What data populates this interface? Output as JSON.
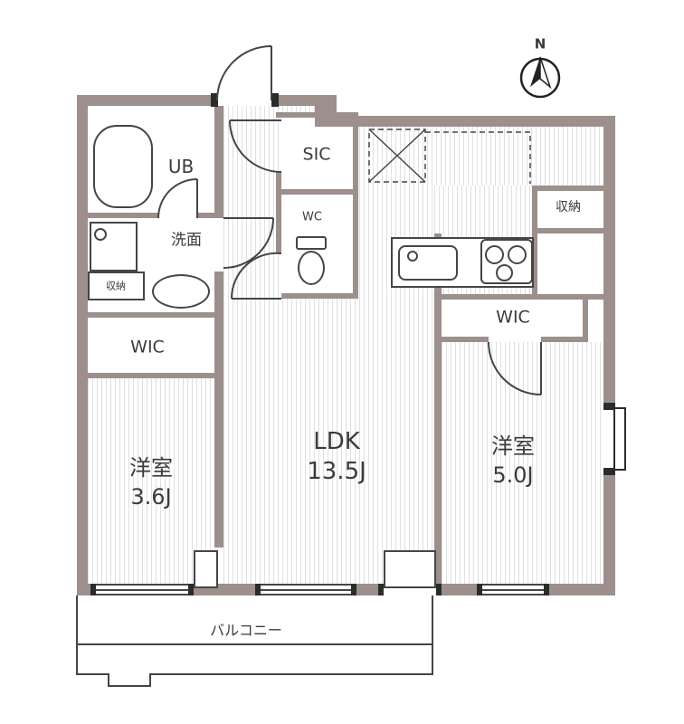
{
  "plan": {
    "compass_label": "N",
    "balcony_label": "バルコニー"
  },
  "rooms": {
    "ub": {
      "label": "UB"
    },
    "washroom": {
      "label": "洗面"
    },
    "storage_left": {
      "label": "収納"
    },
    "wic_left": {
      "label": "WIC"
    },
    "bedroom_left": {
      "name": "洋室",
      "area": "3.6J"
    },
    "sic": {
      "label": "SIC"
    },
    "wc": {
      "label": "WC"
    },
    "ldk": {
      "name": "LDK",
      "area": "13.5J"
    },
    "storage_right": {
      "label": "収納"
    },
    "wic_right": {
      "label": "WIC"
    },
    "bedroom_right": {
      "name": "洋室",
      "area": "5.0J"
    }
  },
  "colors": {
    "wall": "#9c8f8c",
    "hatch_line": "#dfe0e4",
    "outline": "#454545"
  }
}
